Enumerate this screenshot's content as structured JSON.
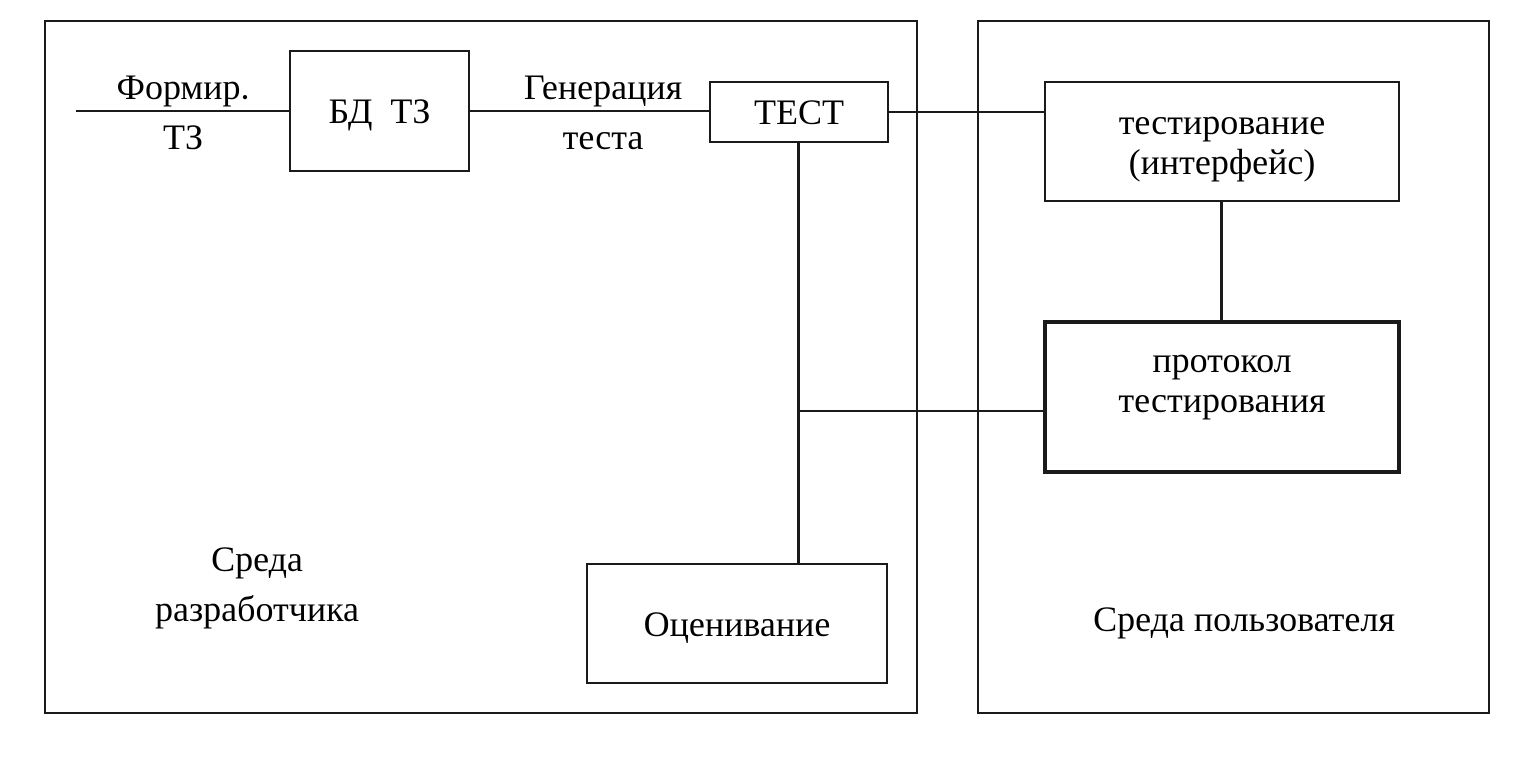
{
  "diagram": {
    "dev_env": {
      "label_line1": "Среда",
      "label_line2": "разработчика"
    },
    "user_env": {
      "label": "Среда пользователя"
    },
    "nodes": {
      "form_tz": {
        "line1": "Формир.",
        "line2": "ТЗ"
      },
      "db_tz": {
        "label": "БД  ТЗ"
      },
      "gen_test": {
        "line1": "Генерация",
        "line2": "теста"
      },
      "test": {
        "label": "ТЕСТ"
      },
      "testing_interface": {
        "line1": "тестирование",
        "line2": "(интерфейс)"
      },
      "test_protocol": {
        "line1": "протокол",
        "line2": "тестирования"
      },
      "evaluation": {
        "label": "Оценивание"
      }
    }
  }
}
